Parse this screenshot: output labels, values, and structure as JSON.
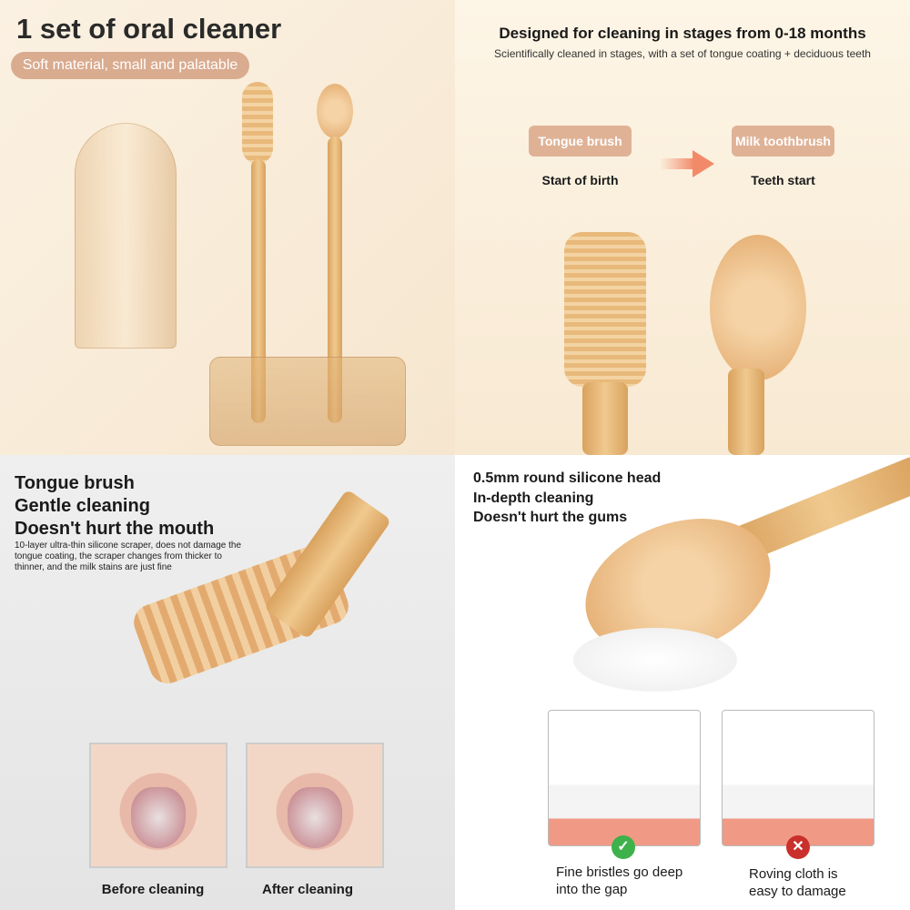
{
  "panel1": {
    "title": "1 set of oral cleaner",
    "pill": "Soft material, small and palatable"
  },
  "panel2": {
    "title": "Designed for cleaning in stages from 0-18 months",
    "subtitle": "Scientifically cleaned in stages, with a set of tongue coating + deciduous teeth",
    "stage1": {
      "label": "Tongue brush",
      "caption": "Start of birth"
    },
    "stage2": {
      "label": "Milk toothbrush",
      "caption": "Teeth start"
    },
    "arrow_color": "#f28a6a"
  },
  "panel3": {
    "lines": [
      "Tongue brush",
      "Gentle cleaning",
      "Doesn't hurt the mouth"
    ],
    "description": "10-layer ultra-thin silicone scraper, does not damage the tongue coating, the scraper changes from thicker to thinner, and the milk stains are just fine",
    "before": "Before cleaning",
    "after": "After cleaning"
  },
  "panel4": {
    "lines": [
      "0.5mm round silicone head",
      "In-depth cleaning",
      "Doesn't hurt the gums"
    ],
    "good": {
      "caption": "Fine bristles go deep into the gap",
      "icon": "check-icon",
      "color": "#3db14a"
    },
    "bad": {
      "caption": "Roving cloth is easy to damage",
      "icon": "x-icon",
      "color": "#c9302c"
    }
  }
}
